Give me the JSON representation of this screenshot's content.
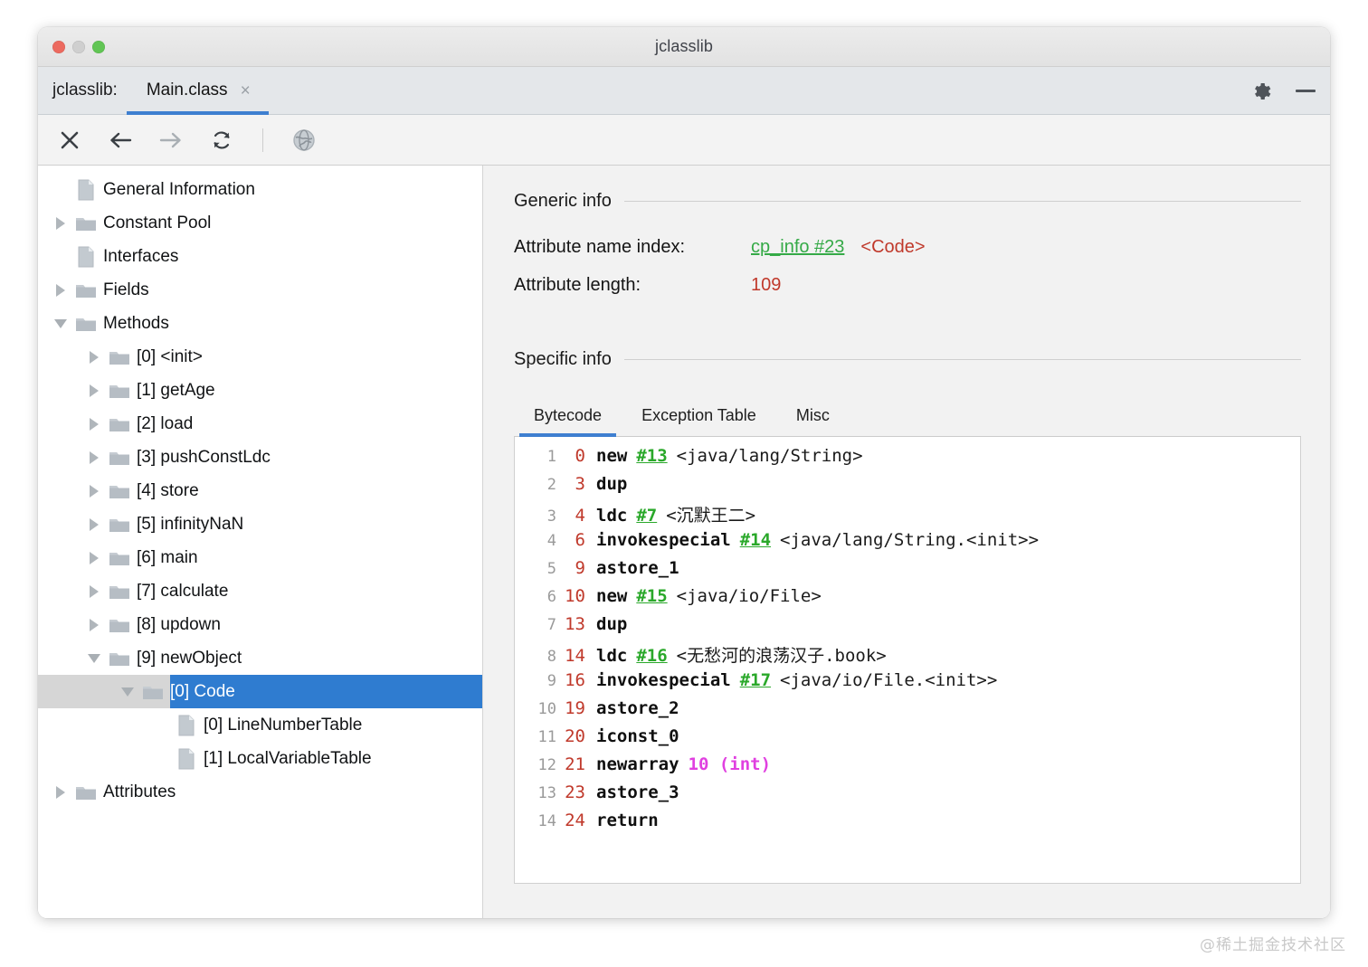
{
  "window": {
    "title": "jclasslib",
    "controls": {
      "close": "close",
      "minimize": "minimize",
      "maximize": "maximize"
    }
  },
  "tabstrip": {
    "prefix": "jclasslib:",
    "tabs": [
      {
        "label": "Main.class",
        "close": "×",
        "active": true
      }
    ],
    "actions": {
      "settings": "gear-icon",
      "minimize": "minimize-icon"
    }
  },
  "toolbar": {
    "buttons": [
      {
        "name": "close-icon",
        "glyph": "×"
      },
      {
        "name": "back-icon",
        "glyph": "←"
      },
      {
        "name": "forward-icon",
        "glyph": "→"
      },
      {
        "name": "reload-icon",
        "glyph": "↻"
      },
      {
        "name": "browse-icon",
        "glyph": "●"
      }
    ]
  },
  "tree": {
    "items": [
      {
        "label": "General Information",
        "icon": "document-icon",
        "twist": "none",
        "depth": 1,
        "selected": false
      },
      {
        "label": "Constant Pool",
        "icon": "folder-icon",
        "twist": "right",
        "depth": 1,
        "selected": false
      },
      {
        "label": "Interfaces",
        "icon": "document-icon",
        "twist": "none",
        "depth": 1,
        "selected": false
      },
      {
        "label": "Fields",
        "icon": "folder-icon",
        "twist": "right",
        "depth": 1,
        "selected": false
      },
      {
        "label": "Methods",
        "icon": "folder-icon",
        "twist": "down",
        "depth": 1,
        "selected": false
      },
      {
        "label": "[0] <init>",
        "icon": "folder-icon",
        "twist": "right",
        "depth": 2,
        "selected": false
      },
      {
        "label": "[1] getAge",
        "icon": "folder-icon",
        "twist": "right",
        "depth": 2,
        "selected": false
      },
      {
        "label": "[2] load",
        "icon": "folder-icon",
        "twist": "right",
        "depth": 2,
        "selected": false
      },
      {
        "label": "[3] pushConstLdc",
        "icon": "folder-icon",
        "twist": "right",
        "depth": 2,
        "selected": false
      },
      {
        "label": "[4] store",
        "icon": "folder-icon",
        "twist": "right",
        "depth": 2,
        "selected": false
      },
      {
        "label": "[5] infinityNaN",
        "icon": "folder-icon",
        "twist": "right",
        "depth": 2,
        "selected": false
      },
      {
        "label": "[6] main",
        "icon": "folder-icon",
        "twist": "right",
        "depth": 2,
        "selected": false
      },
      {
        "label": "[7] calculate",
        "icon": "folder-icon",
        "twist": "right",
        "depth": 2,
        "selected": false
      },
      {
        "label": "[8] updown",
        "icon": "folder-icon",
        "twist": "right",
        "depth": 2,
        "selected": false
      },
      {
        "label": "[9] newObject",
        "icon": "folder-icon",
        "twist": "down",
        "depth": 2,
        "selected": false
      },
      {
        "label": "[0] Code",
        "icon": "folder-icon",
        "twist": "down",
        "depth": 3,
        "selected": true
      },
      {
        "label": "[0] LineNumberTable",
        "icon": "document-icon",
        "twist": "none",
        "depth": 4,
        "selected": false
      },
      {
        "label": "[1] LocalVariableTable",
        "icon": "document-icon",
        "twist": "none",
        "depth": 4,
        "selected": false
      },
      {
        "label": "Attributes",
        "icon": "folder-icon",
        "twist": "right",
        "depth": 1,
        "selected": false
      }
    ]
  },
  "detail": {
    "generic": {
      "title": "Generic info",
      "rows": [
        {
          "key": "Attribute name index:",
          "link": "cp_info #23",
          "extra": "<Code>",
          "value": ""
        },
        {
          "key": "Attribute length:",
          "link": "",
          "extra": "",
          "value": "109"
        }
      ]
    },
    "specific": {
      "title": "Specific info",
      "tabs": [
        {
          "label": "Bytecode",
          "active": true
        },
        {
          "label": "Exception Table",
          "active": false
        },
        {
          "label": "Misc",
          "active": false
        }
      ]
    }
  },
  "bytecode": {
    "lines": [
      {
        "n": "1",
        "offset": "0",
        "mnemonic": "new",
        "ref": "#13",
        "comment": "<java/lang/String>",
        "literal": ""
      },
      {
        "n": "2",
        "offset": "3",
        "mnemonic": "dup",
        "ref": "",
        "comment": "",
        "literal": ""
      },
      {
        "n": "3",
        "offset": "4",
        "mnemonic": "ldc",
        "ref": "#7",
        "comment": "<沉默王二>",
        "literal": ""
      },
      {
        "n": "4",
        "offset": "6",
        "mnemonic": "invokespecial",
        "ref": "#14",
        "comment": "<java/lang/String.<init>>",
        "literal": ""
      },
      {
        "n": "5",
        "offset": "9",
        "mnemonic": "astore_1",
        "ref": "",
        "comment": "",
        "literal": ""
      },
      {
        "n": "6",
        "offset": "10",
        "mnemonic": "new",
        "ref": "#15",
        "comment": "<java/io/File>",
        "literal": ""
      },
      {
        "n": "7",
        "offset": "13",
        "mnemonic": "dup",
        "ref": "",
        "comment": "",
        "literal": ""
      },
      {
        "n": "8",
        "offset": "14",
        "mnemonic": "ldc",
        "ref": "#16",
        "comment": "<无愁河的浪荡汉子.book>",
        "literal": ""
      },
      {
        "n": "9",
        "offset": "16",
        "mnemonic": "invokespecial",
        "ref": "#17",
        "comment": "<java/io/File.<init>>",
        "literal": ""
      },
      {
        "n": "10",
        "offset": "19",
        "mnemonic": "astore_2",
        "ref": "",
        "comment": "",
        "literal": ""
      },
      {
        "n": "11",
        "offset": "20",
        "mnemonic": "iconst_0",
        "ref": "",
        "comment": "",
        "literal": ""
      },
      {
        "n": "12",
        "offset": "21",
        "mnemonic": "newarray",
        "ref": "",
        "comment": "",
        "literal": "10 (int)"
      },
      {
        "n": "13",
        "offset": "23",
        "mnemonic": "astore_3",
        "ref": "",
        "comment": "",
        "literal": ""
      },
      {
        "n": "14",
        "offset": "24",
        "mnemonic": "return",
        "ref": "",
        "comment": "",
        "literal": ""
      }
    ]
  },
  "watermark": {
    "text": "@稀土掘金技术社区"
  },
  "colors": {
    "accent": "#3e7fd0",
    "selection": "#2f7cd0",
    "link_green": "#2aa82a",
    "value_red": "#c0392b",
    "literal_magenta": "#e040e0"
  }
}
